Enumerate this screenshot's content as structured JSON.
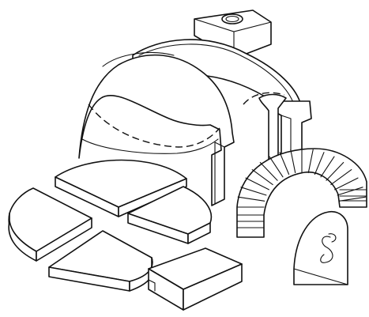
{
  "figure": {
    "subject": "exploded-oven-kit",
    "colors": {
      "line": "#111111",
      "background": "#ffffff"
    },
    "parts": [
      {
        "id": "chimney-collar"
      },
      {
        "id": "dome-front-half"
      },
      {
        "id": "dome-rear-half"
      },
      {
        "id": "floor-slab-top-left"
      },
      {
        "id": "floor-slab-top-right"
      },
      {
        "id": "floor-slab-left"
      },
      {
        "id": "floor-slab-center"
      },
      {
        "id": "floor-slab-front"
      },
      {
        "id": "brick-arch"
      },
      {
        "id": "door-plate"
      }
    ]
  }
}
